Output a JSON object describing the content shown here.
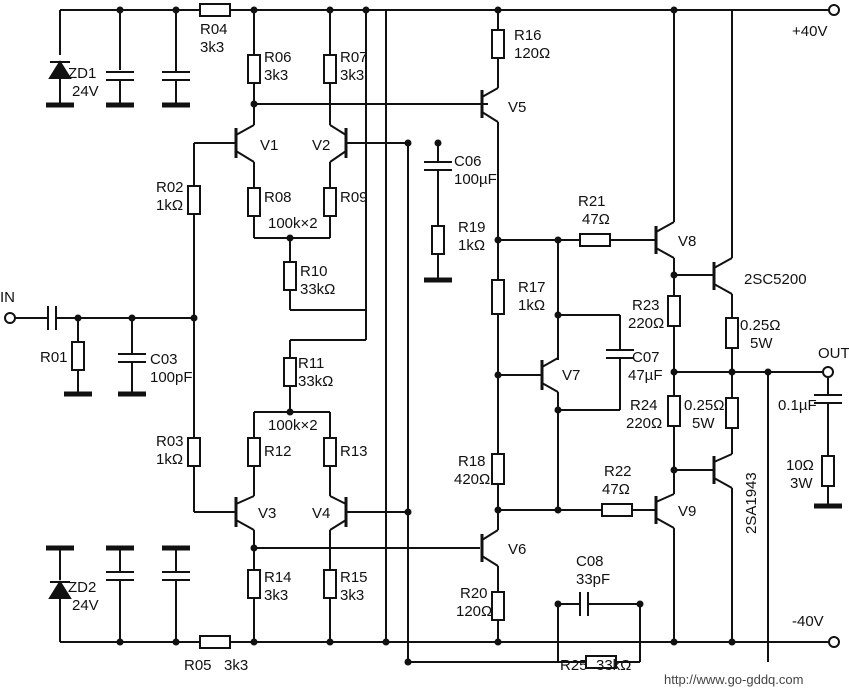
{
  "labels": {
    "zd1": "ZD1",
    "zd1_v": "24V",
    "zd2": "ZD2",
    "zd2_v": "24V",
    "r04": "R04",
    "r04_v": "3k3",
    "r05": "R05",
    "r05_v": "3k3",
    "r06": "R06",
    "r06_v": "3k3",
    "r07": "R07",
    "r07_v": "3k3",
    "r16": "R16",
    "r16_v": "120Ω",
    "plus40": "+40V",
    "minus40": "-40V",
    "v1": "V1",
    "v2": "V2",
    "v3": "V3",
    "v4": "V4",
    "v5": "V5",
    "v6": "V6",
    "v7": "V7",
    "v8": "V8",
    "v9": "V9",
    "r02": "R02",
    "r02_v": "1kΩ",
    "r03": "R03",
    "r03_v": "1kΩ",
    "r08": "R08",
    "r09": "R09",
    "r0809_v": "100k×2",
    "r10": "R10",
    "r10_v": "33kΩ",
    "r11": "R11",
    "r11_v": "33kΩ",
    "r12": "R12",
    "r13": "R13",
    "r1213_v": "100k×2",
    "r14": "R14",
    "r14_v": "3k3",
    "r15": "R15",
    "r15_v": "3k3",
    "c06": "C06",
    "c06_v": "100µF",
    "r19": "R19",
    "r19_v": "1kΩ",
    "r21": "R21",
    "r21_v": "47Ω",
    "r17": "R17",
    "r17_v": "1kΩ",
    "c07": "C07",
    "c07_v": "47µF",
    "r23": "R23",
    "r23_v": "220Ω",
    "r24": "R24",
    "r24_v": "220Ω",
    "r18": "R18",
    "r18_v": "420Ω",
    "r22": "R22",
    "r22_v": "47Ω",
    "r20": "R20",
    "r20_v": "120Ω",
    "c08": "C08",
    "c08_v": "33pF",
    "r25": "R25",
    "r25_v": "33kΩ",
    "q_npn": "2SC5200",
    "q_pnp": "2SA1943",
    "re_top": "0.25Ω",
    "re_top_w": "5W",
    "re_bot": "0.25Ω",
    "re_bot_w": "5W",
    "out": "OUT",
    "in": "IN",
    "c_out": "0.1µF",
    "r_load": "10Ω",
    "r_load_w": "3W",
    "r01": "R01",
    "c03": "C03",
    "c03_v": "100pF",
    "watermark": "http://www.go-gddq.com"
  }
}
